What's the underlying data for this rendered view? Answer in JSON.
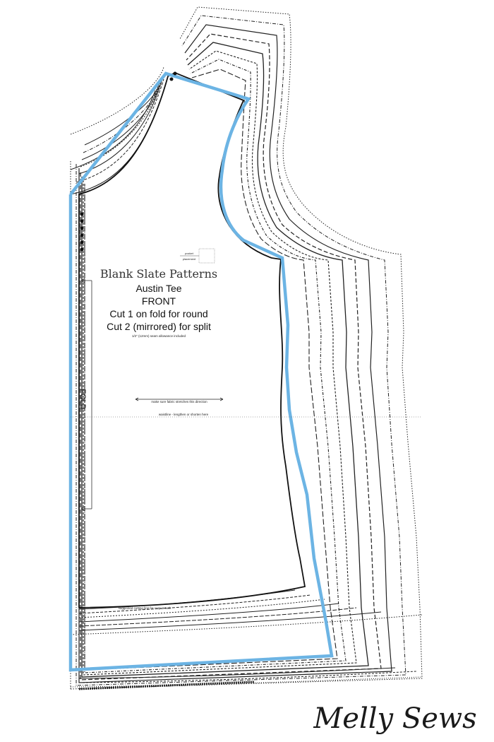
{
  "pattern": {
    "brand": "Blank Slate Patterns",
    "name": "Austin Tee",
    "piece": "FRONT",
    "cut_round": "Cut 1 on fold for round",
    "cut_split": "Cut 2 (mirrored) for split",
    "seam_allowance_note": "1/2\" (12mm) seam allowance included",
    "stretch_note": "make sure fabric stretches this direction",
    "waistline_note": "waistline - lengthen or shorten here",
    "pocket_label_1": "pocket",
    "pocket_label_2": "placement",
    "fold_label": "FOLD",
    "hem_note": "suggested cutting line for crop or tuck",
    "highlight_color": "#6cb4e4"
  },
  "watermark": {
    "text": "Melly Sews"
  }
}
